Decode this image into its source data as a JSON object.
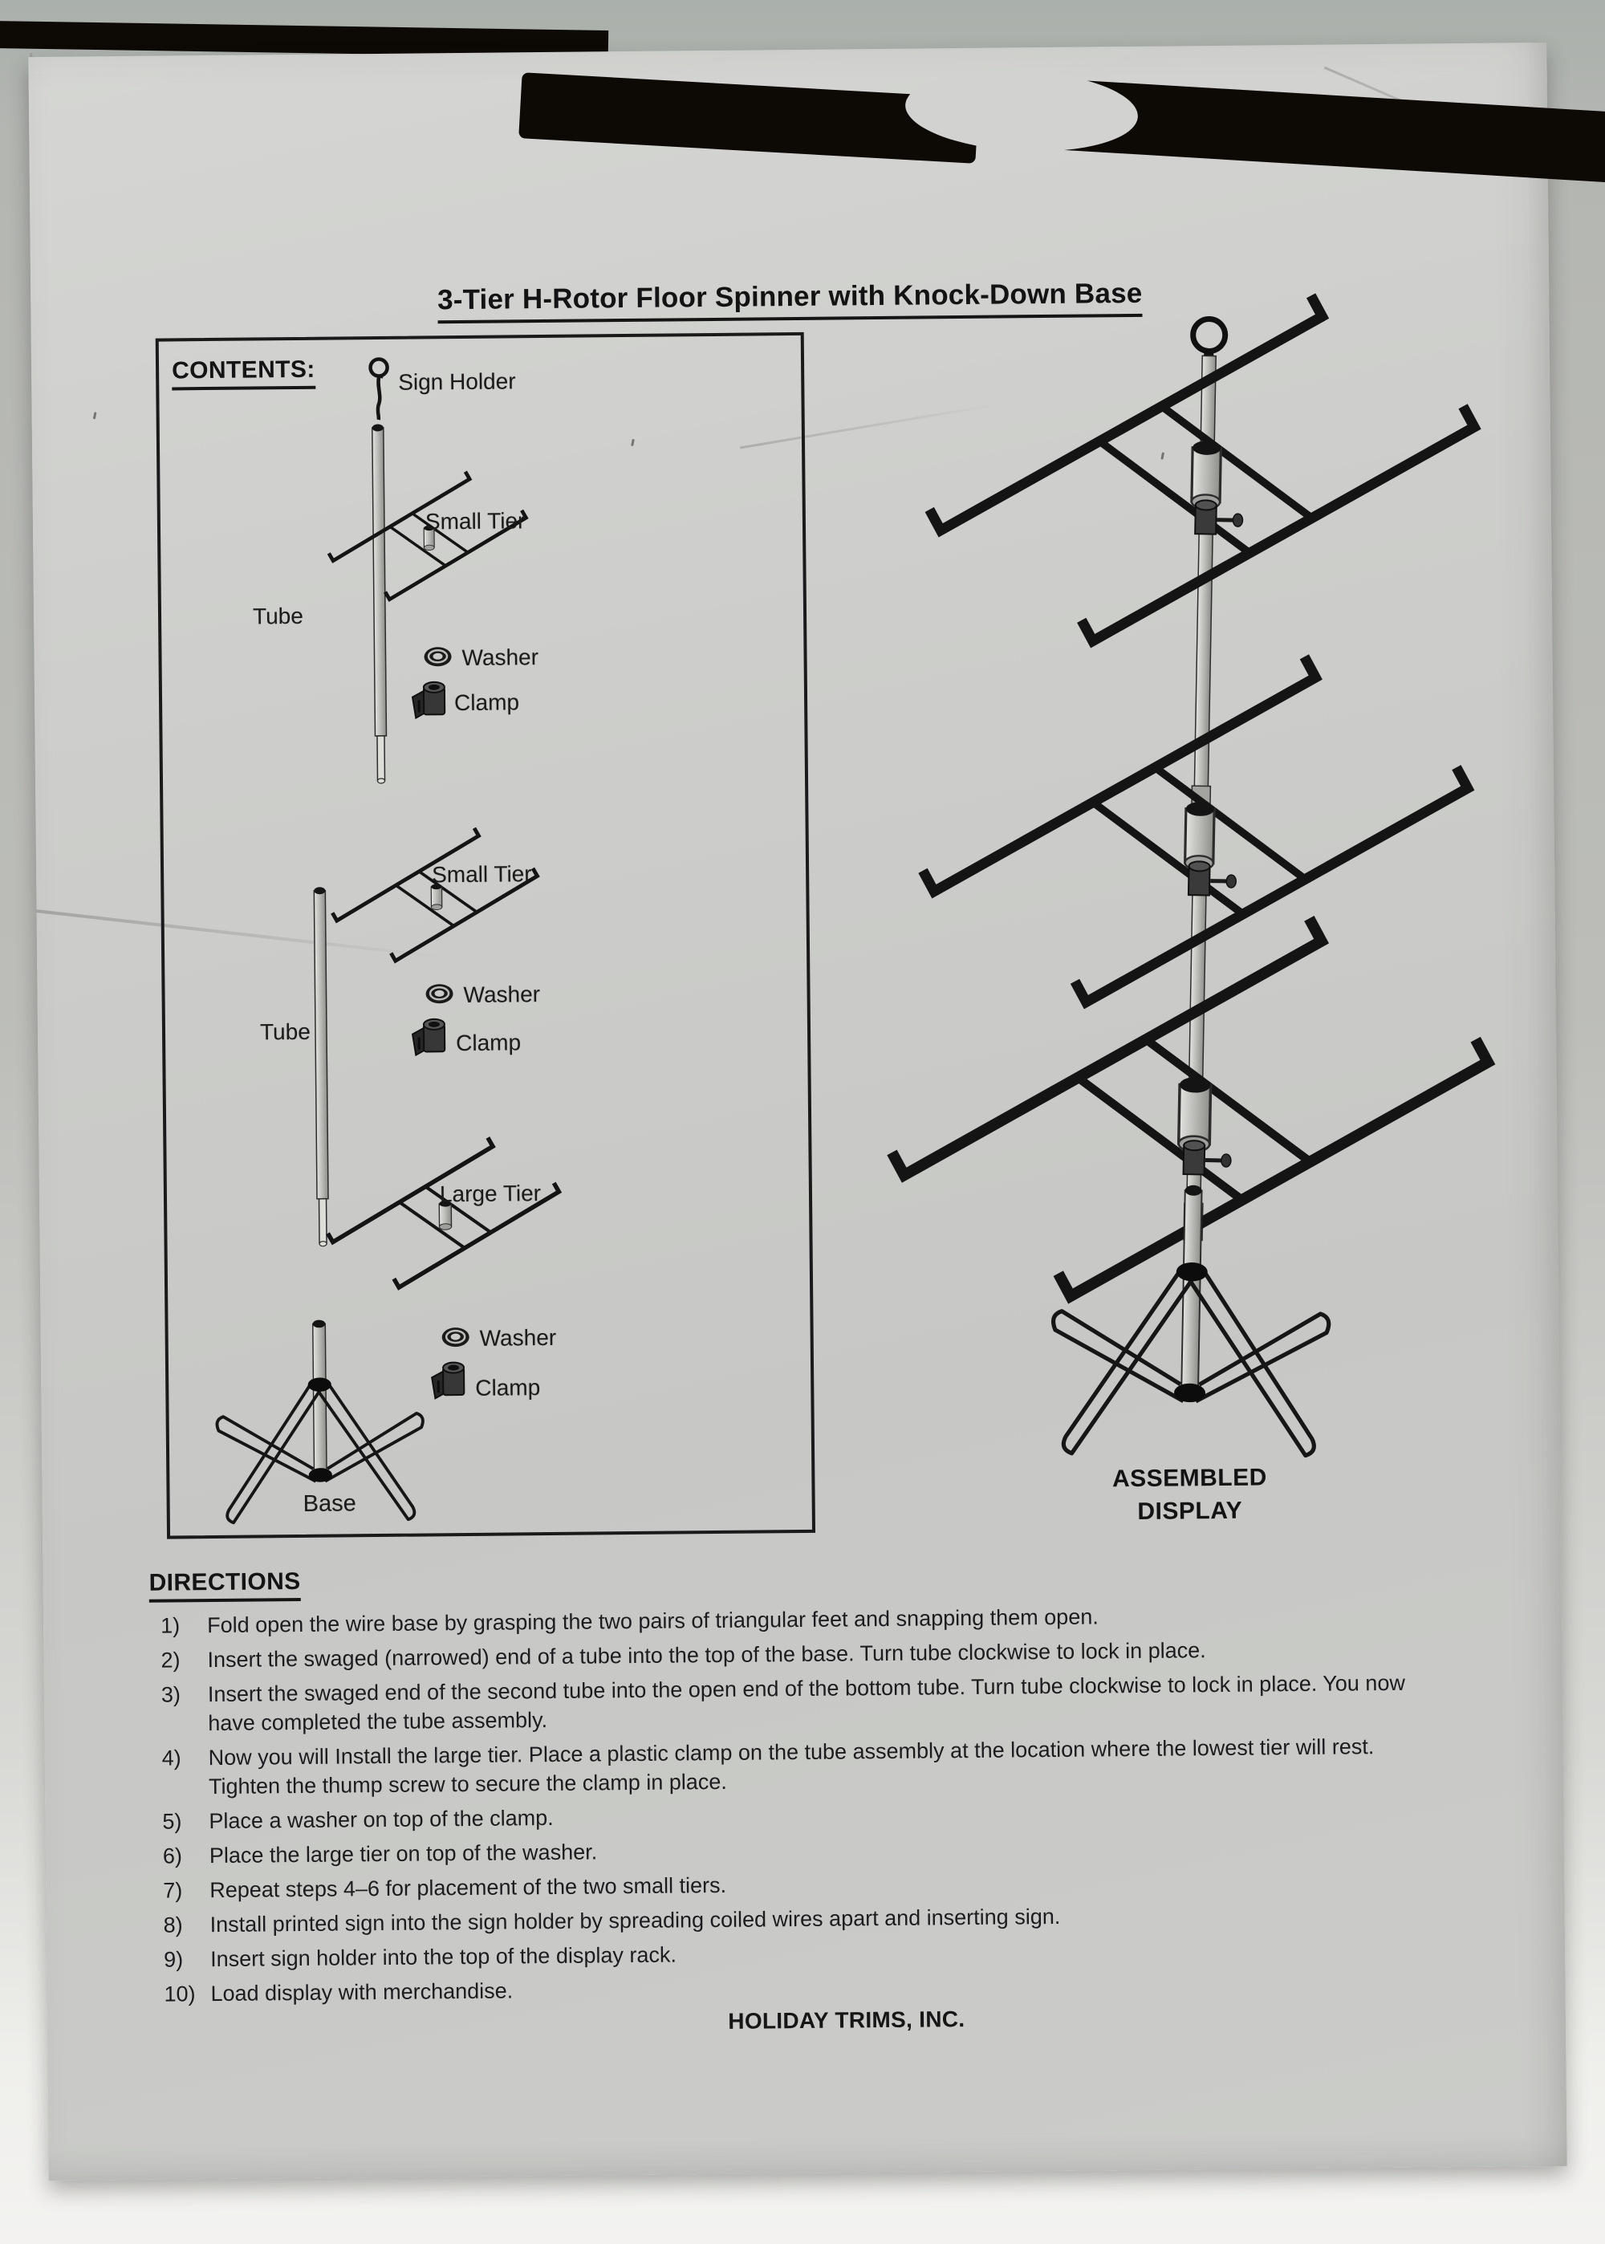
{
  "title": "3-Tier H-Rotor Floor Spinner with Knock-Down Base",
  "contents_panel": {
    "heading": "CONTENTS:",
    "items": {
      "sign_holder": "Sign Holder",
      "tube_1": "Tube",
      "small_tier_1": "Small Tier",
      "washer_1": "Washer",
      "clamp_1": "Clamp",
      "tube_2": "Tube",
      "small_tier_2": "Small Tier",
      "washer_2": "Washer",
      "clamp_2": "Clamp",
      "large_tier": "Large Tier",
      "washer_3": "Washer",
      "clamp_3": "Clamp",
      "base": "Base"
    }
  },
  "assembled_display": {
    "caption_line1": "ASSEMBLED",
    "caption_line2": "DISPLAY"
  },
  "directions": {
    "heading": "DIRECTIONS",
    "steps": [
      {
        "num": "1)",
        "text": "Fold open the wire base by grasping the two pairs of triangular feet and snapping them open."
      },
      {
        "num": "2)",
        "text": "Insert the swaged (narrowed) end of a tube into the top of the base. Turn tube clockwise to lock in place."
      },
      {
        "num": "3)",
        "text": "Insert the swaged end of the second tube into the open end of the bottom tube. Turn tube clockwise to lock in place. You now have completed the tube assembly."
      },
      {
        "num": "4)",
        "text": "Now you will Install the large tier. Place a plastic clamp on the tube assembly at the location where the lowest tier will rest. Tighten the thump screw to secure the clamp in place."
      },
      {
        "num": "5)",
        "text": "Place a washer on top of the clamp."
      },
      {
        "num": "6)",
        "text": "Place the large tier on top of the washer."
      },
      {
        "num": "7)",
        "text": "Repeat steps 4–6 for placement of the two small tiers."
      },
      {
        "num": "8)",
        "text": "Install printed sign into the sign holder by spreading coiled wires apart and inserting sign."
      },
      {
        "num": "9)",
        "text": "Insert sign holder into the top of the display rack."
      },
      {
        "num": "10)",
        "text": "Load display with merchandise."
      }
    ],
    "company": "HOLIDAY TRIMS, INC."
  }
}
